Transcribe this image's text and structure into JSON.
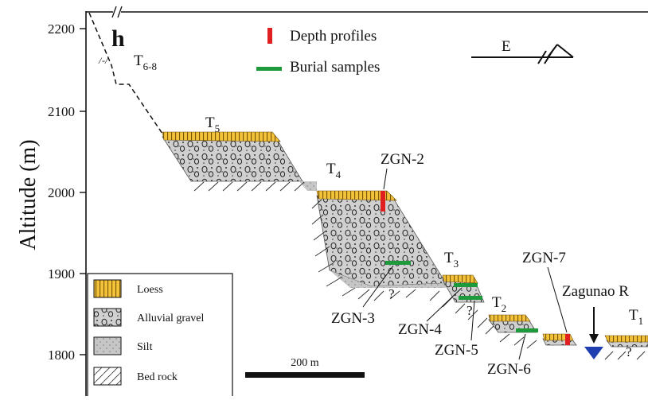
{
  "panel_label": "h",
  "y_axis": {
    "label": "Altitude (m)",
    "ticks": [
      "2200",
      "2100",
      "2000",
      "1900",
      "1800"
    ]
  },
  "top_legend": {
    "depth_profiles": "Depth profiles",
    "burial_samples": "Burial samples",
    "depth_color": "#e02020",
    "burial_color": "#1e9a3c"
  },
  "direction": "E",
  "terraces": {
    "t68": {
      "main": "T",
      "sub": "6-8"
    },
    "t5": {
      "main": "T",
      "sub": "5"
    },
    "t4": {
      "main": "T",
      "sub": "4"
    },
    "t3": {
      "main": "T",
      "sub": "3"
    },
    "t2": {
      "main": "T",
      "sub": "2"
    },
    "t1": {
      "main": "T",
      "sub": "1"
    }
  },
  "samples": {
    "zgn2": "ZGN-2",
    "zgn3": "ZGN-3",
    "zgn4": "ZGN-4",
    "zgn5": "ZGN-5",
    "zgn6": "ZGN-6",
    "zgn7": "ZGN-7"
  },
  "river": "Zagunao R",
  "unknown_mark": "?",
  "scale_bar": "200 m",
  "legend": {
    "loess": "Loess",
    "gravel": "Alluvial gravel",
    "silt": "Silt",
    "bedrock": "Bed rock"
  },
  "colors": {
    "loess": "#f2c23a",
    "gravel": "#cfcfcf",
    "silt": "#c8c8c8",
    "water": "#1f3fb0"
  }
}
